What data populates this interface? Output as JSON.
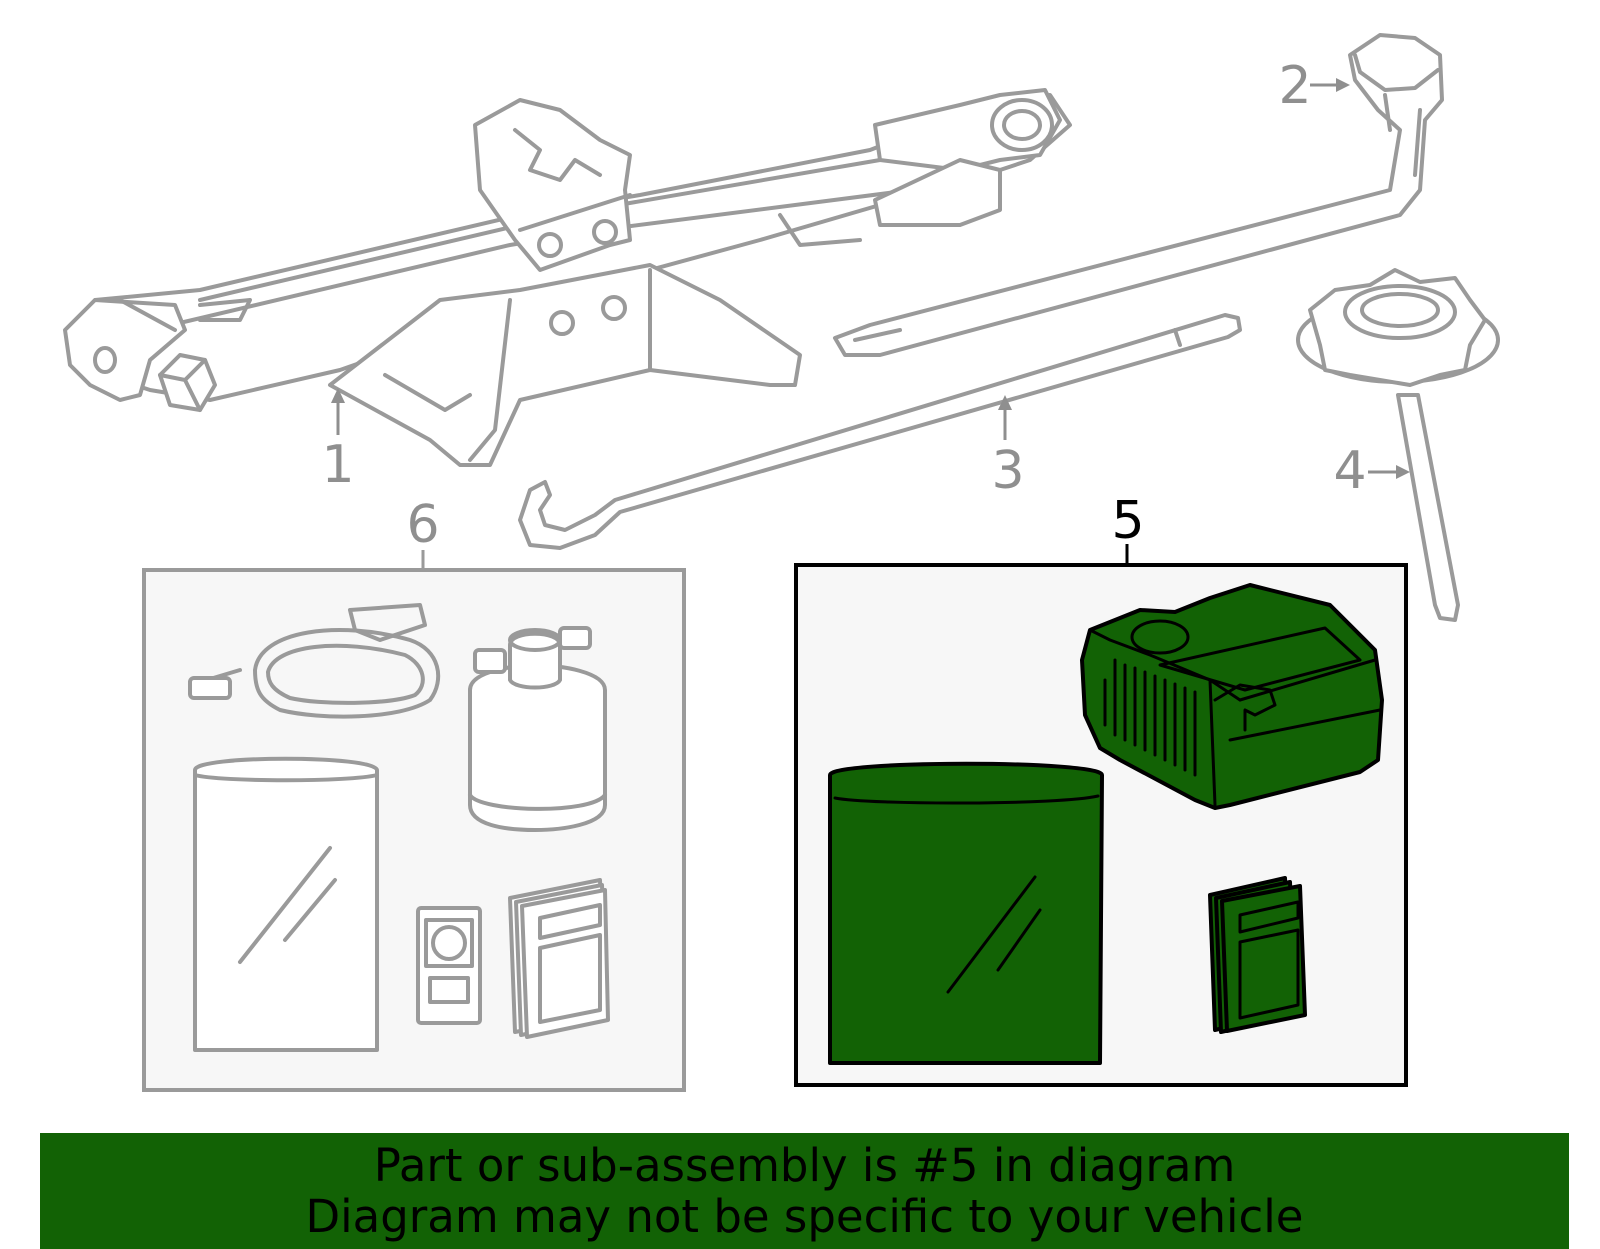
{
  "callouts": {
    "c1": "1",
    "c2": "2",
    "c3": "3",
    "c4": "4",
    "c5": "5",
    "c6": "6"
  },
  "highlighted_part": "5",
  "colors": {
    "highlight": "#126205",
    "parts_gray": "#9a9a9a",
    "box_background": "#f7f7f7"
  },
  "banner": {
    "line1": "Part or sub-assembly is #5 in diagram",
    "line2": "Diagram may not be specific to your vehicle"
  }
}
